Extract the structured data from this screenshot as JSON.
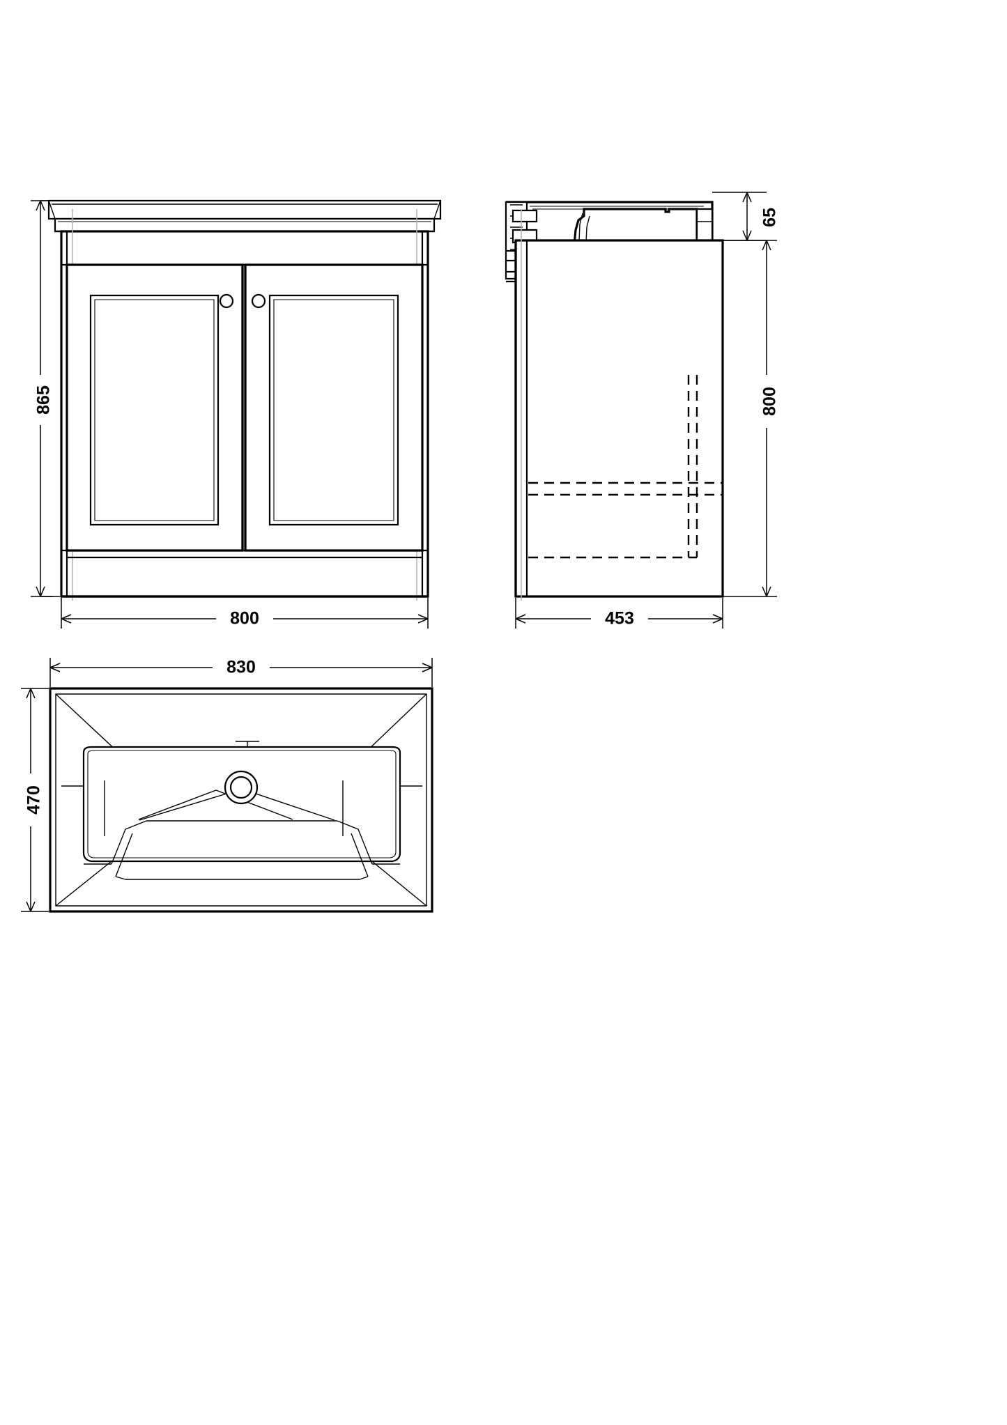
{
  "drawing": {
    "title": "Bathroom vanity unit with basin - dimensioned technical drawing",
    "units": "mm",
    "line_color": "#000000",
    "background_color": "#ffffff",
    "construction_line_color": "#b5b5b5"
  },
  "views": [
    {
      "id": "front-elevation",
      "name": "front-elevation-view",
      "description": "Front elevation of two-door floor-standing vanity unit with basin top"
    },
    {
      "id": "side-elevation",
      "name": "side-elevation-view",
      "description": "Side section showing basin bowl profile and internal carcass"
    },
    {
      "id": "plan",
      "name": "plan-view",
      "description": "Top plan view of the basin showing tap hole"
    }
  ],
  "dimensions": {
    "front_height": "865",
    "front_width": "800",
    "side_basin_height": "65",
    "side_cabinet_height": "800",
    "side_depth": "453",
    "plan_width": "830",
    "plan_depth": "470"
  },
  "features": {
    "door_knob_left": "door-knob-left",
    "door_knob_right": "door-knob-right",
    "tap_hole": "tap-hole",
    "plinth": "plinth",
    "basin_top": "basin-top"
  }
}
